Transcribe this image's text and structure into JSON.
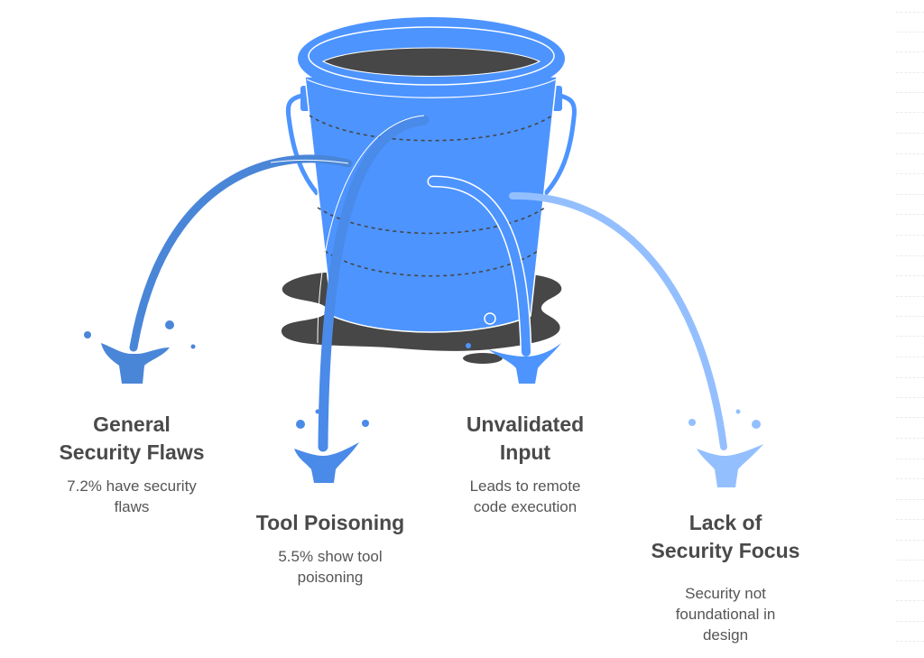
{
  "diagram": {
    "concept": "leaking-bucket",
    "colors": {
      "bucket": "#4d94ff",
      "liquid": "#474747",
      "stream_general": "#4a86d8",
      "stream_tool": "#4a8ae8",
      "stream_input": "#4d94ff",
      "stream_focus": "#94bfff",
      "text": "#4a4a4a"
    },
    "leaks": [
      {
        "id": "general-security-flaws",
        "title_lines": [
          "General",
          "Security Flaws"
        ],
        "description_lines": [
          "7.2% have security",
          "flaws"
        ]
      },
      {
        "id": "tool-poisoning",
        "title_lines": [
          "Tool Poisoning"
        ],
        "description_lines": [
          "5.5% show tool",
          "poisoning"
        ]
      },
      {
        "id": "unvalidated-input",
        "title_lines": [
          "Unvalidated",
          "Input"
        ],
        "description_lines": [
          "Leads to remote",
          "code execution"
        ]
      },
      {
        "id": "lack-of-security-focus",
        "title_lines": [
          "Lack of",
          "Security Focus"
        ],
        "description_lines": [
          "Security not",
          "foundational in",
          "design"
        ]
      }
    ]
  }
}
